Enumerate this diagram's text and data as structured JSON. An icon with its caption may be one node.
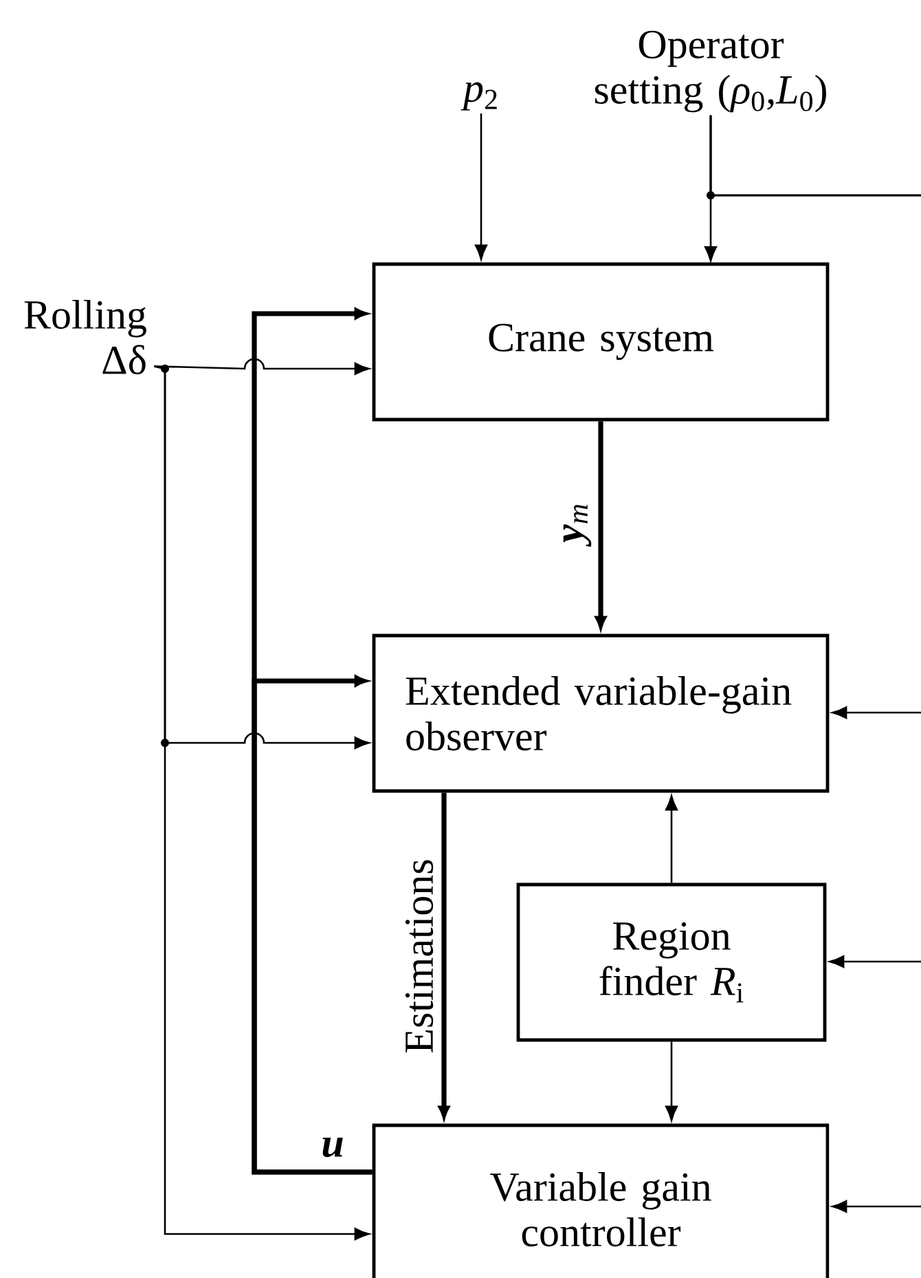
{
  "diagram": {
    "nodes": [
      {
        "text": [
          "Crane system"
        ]
      },
      {
        "text": [
          "Extended variable-gain observer"
        ]
      },
      {
        "text": [
          "Region finder *R*$_{i}$"
        ]
      },
      {
        "text": [
          "Variable gain controller"
        ]
      },
      {
        "text": [
          "*p*$_{2}$"
        ]
      },
      {
        "text": [
          "Operator setting (*ρ*$_{0}$,*L*$_{0}$)"
        ]
      },
      {
        "text": [
          "Rolling Δδ"
        ]
      }
    ],
    "edges": [
      {
        "from": 4,
        "to": 0,
        "arrow": "to"
      },
      {
        "from": 5,
        "to": 0,
        "arrow": "to"
      },
      {
        "from": 5,
        "to": 1,
        "arrow": "to"
      },
      {
        "from": 5,
        "to": 2,
        "arrow": "to"
      },
      {
        "from": 5,
        "to": 3,
        "arrow": "to"
      },
      {
        "from": 6,
        "to": 0,
        "arrow": "to"
      },
      {
        "from": 6,
        "to": 1,
        "arrow": "to"
      },
      {
        "from": 6,
        "to": 3,
        "arrow": "to"
      },
      {
        "from": 0,
        "to": 1,
        "arrow": "to",
        "style": "thick",
        "label": "**y**$_{m}$"
      },
      {
        "from": 2,
        "to": 1,
        "arrow": "to"
      },
      {
        "from": 1,
        "to": 3,
        "arrow": "to",
        "style": "thick",
        "label": "Estimations"
      },
      {
        "from": 2,
        "to": 3,
        "arrow": "to"
      },
      {
        "from": 3,
        "to": 0,
        "arrow": "to",
        "style": "thick",
        "label": "u"
      },
      {
        "from": 3,
        "to": 1,
        "arrow": "to",
        "style": "thick"
      }
    ]
  }
}
